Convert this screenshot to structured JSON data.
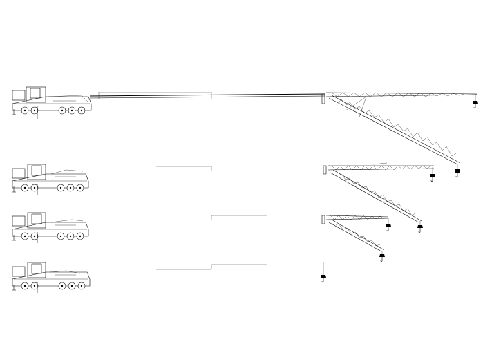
{
  "drawing": {
    "title": "",
    "footer_left": "",
    "footer_mid": ""
  },
  "configs": [
    {
      "id": "config-1",
      "dim_label": "",
      "jib": "long-lattice-luffing"
    },
    {
      "id": "config-2",
      "dim_label": "",
      "jib": "lattice-luffing"
    },
    {
      "id": "config-3",
      "dim_label": "",
      "jib": "short-lattice"
    },
    {
      "id": "config-4",
      "dim_label": "",
      "jib": "none"
    }
  ],
  "icons": {
    "hook": "crane-hook-icon",
    "truck": "crane-truck-icon"
  }
}
